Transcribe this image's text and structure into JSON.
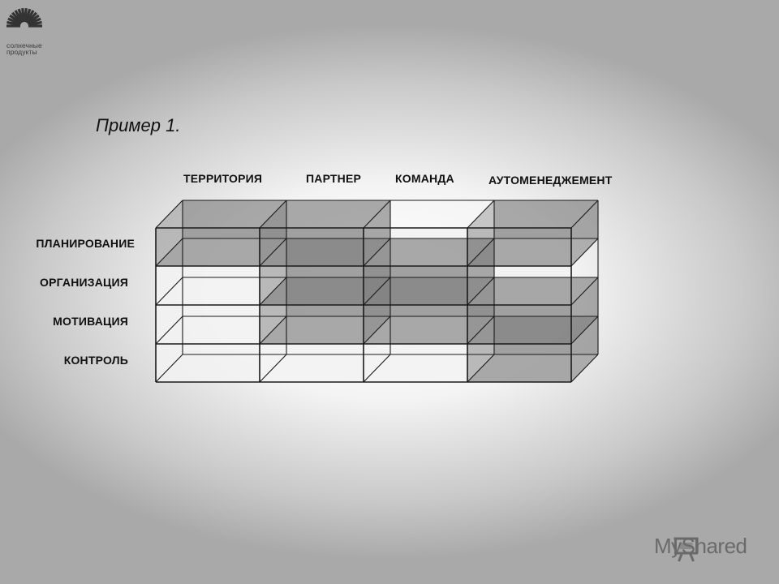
{
  "logo": {
    "name": "sun-products-logo",
    "line1": "солнечные",
    "line2": "продукты"
  },
  "title": "Пример 1.",
  "columns": [
    "ТЕРРИТОРИЯ",
    "ПАРТНЕР",
    "КОМАНДА",
    "АУТОМЕНЕДЖЕМЕНТ"
  ],
  "rows": [
    "ПЛАНИРОВАНИЕ",
    "ОРГАНИЗАЦИЯ",
    "МОТИВАЦИЯ",
    "КОНТРОЛЬ"
  ],
  "shaded_cells": [
    {
      "row": 0,
      "col": 0
    },
    {
      "row": 0,
      "col": 1
    },
    {
      "row": 0,
      "col": 3
    },
    {
      "row": 1,
      "col": 1
    },
    {
      "row": 1,
      "col": 2
    },
    {
      "row": 2,
      "col": 1
    },
    {
      "row": 2,
      "col": 2
    },
    {
      "row": 2,
      "col": 3
    },
    {
      "row": 3,
      "col": 3
    }
  ],
  "colors": {
    "shade": "#7a7a7a",
    "line": "#1a1a1a",
    "cell_face": "#f2f2f2"
  },
  "watermark": "MyShared"
}
